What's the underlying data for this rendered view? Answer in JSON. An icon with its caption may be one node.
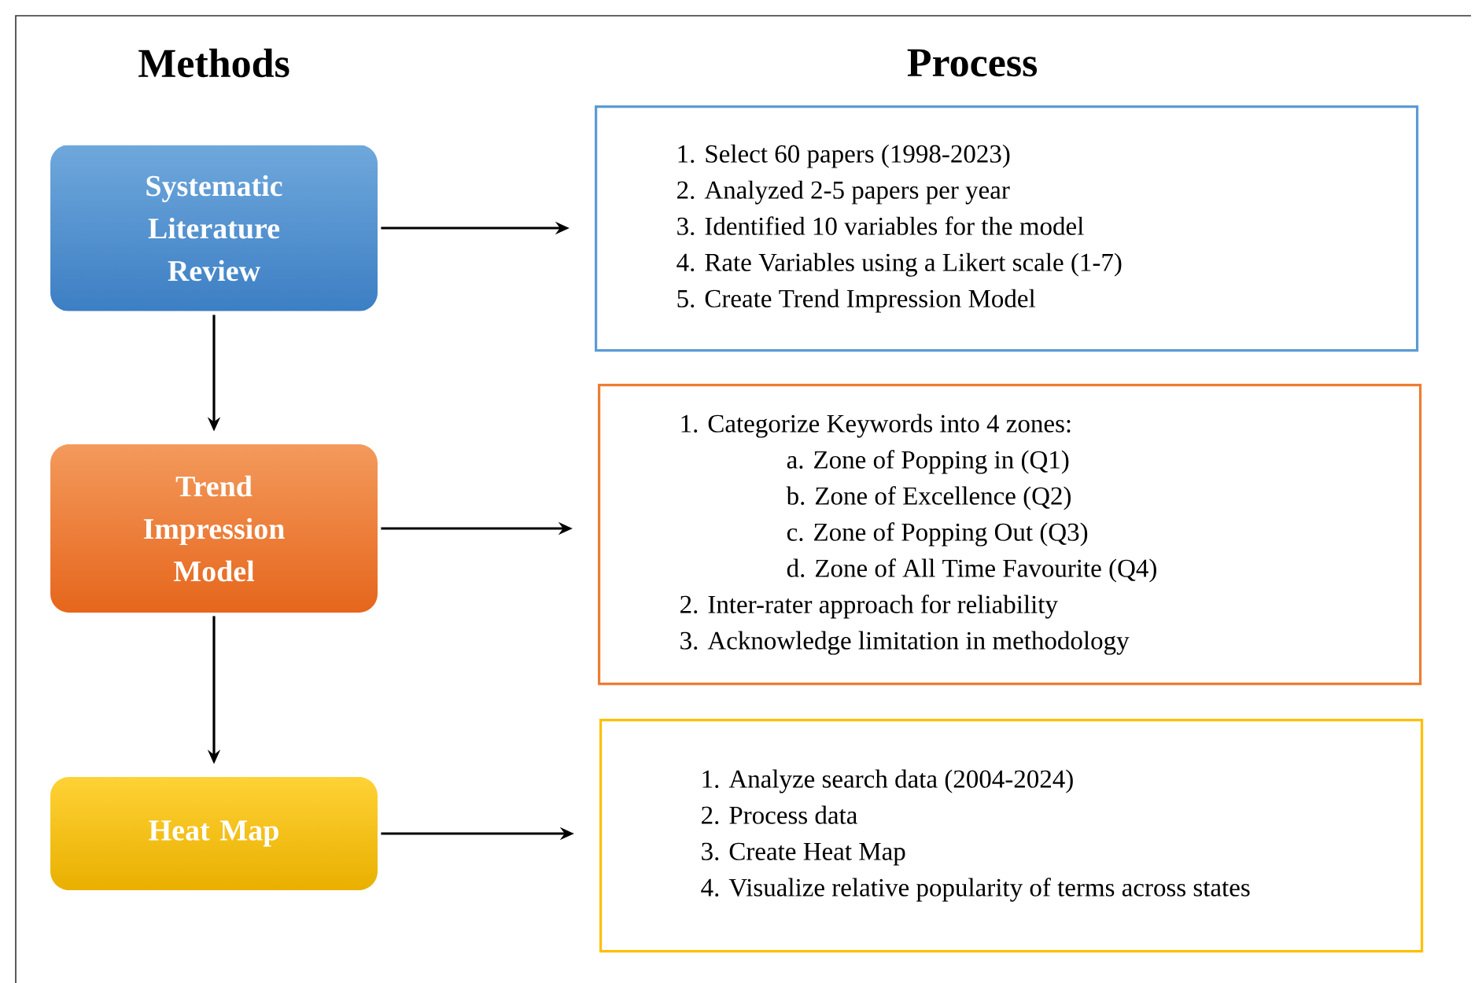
{
  "diagram": {
    "nodes": [
      {
        "text": [
          "Systematic Literature Review"
        ]
      },
      {
        "text": [
          "Trend Impression Model"
        ]
      },
      {
        "text": [
          "Heat Map"
        ]
      },
      {
        "text": [
          "1. Select 60 papers (1998-2023)",
          "2. Analyzed 2-5 papers per year",
          "3. Identified 10 variables for the model",
          "4. Rate Variables using a Likert scale (1-7)",
          "5. Create Trend Impression Model"
        ]
      },
      {
        "text": [
          "1. Categorize Keywords into 4 zones:",
          "a. Zone of Popping in (Q1)",
          "b. Zone of Excellence (Q2)",
          "c. Zone of Popping Out (Q3)",
          "d. Zone of All Time Favourite (Q4)",
          "2. Inter-rater approach for reliability",
          "3. Acknowledge limitation in methodology"
        ]
      },
      {
        "text": [
          "1. Analyze search data (2004-2024)",
          "2. Process data",
          "3. Create Heat Map",
          "4. Visualize relative popularity of terms across states"
        ]
      }
    ],
    "edges": [
      {
        "from": 0,
        "to": 3,
        "arrow": "to"
      },
      {
        "from": 0,
        "to": 1,
        "arrow": "to"
      },
      {
        "from": 1,
        "to": 4,
        "arrow": "to"
      },
      {
        "from": 1,
        "to": 2,
        "arrow": "to"
      },
      {
        "from": 2,
        "to": 5,
        "arrow": "to"
      }
    ],
    "labels": [
      "Methods",
      "Process"
    ]
  }
}
